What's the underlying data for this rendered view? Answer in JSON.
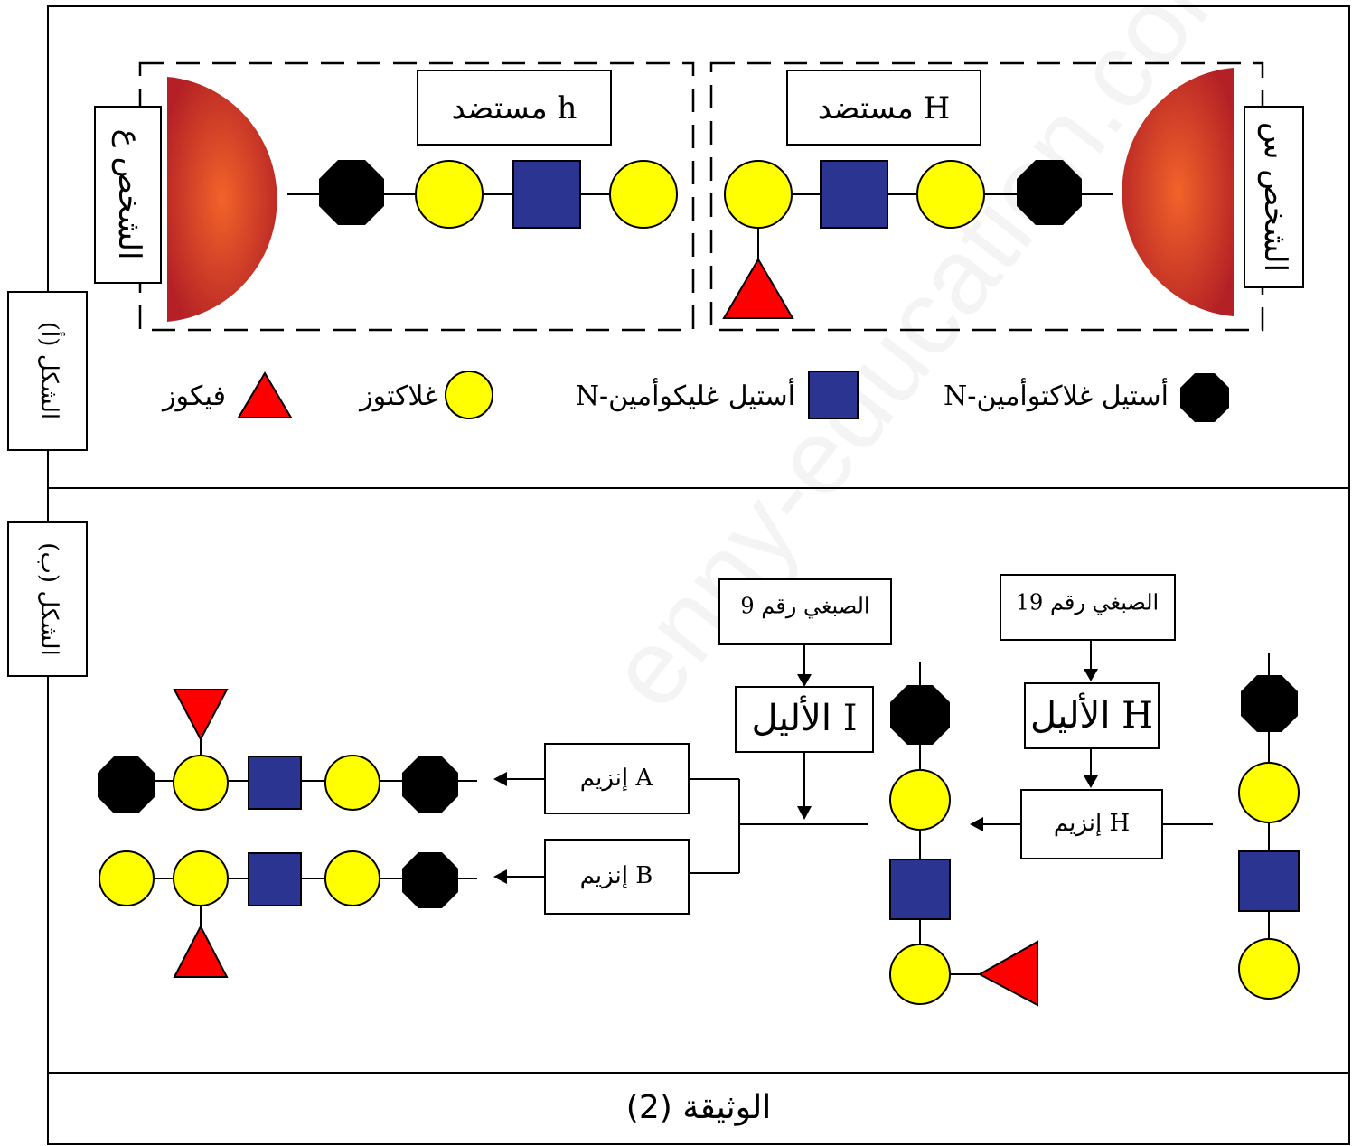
{
  "colors": {
    "galactose": "#ffff00",
    "n_acetylglucosamine": "#2b3491",
    "n_acetylgalactosamine": "#000000",
    "fucose": "#ff0000",
    "person_gradient_inner": "#f2632a",
    "person_gradient_outer": "#b32025"
  },
  "watermark": "enny-education.com/c",
  "figure_a": {
    "side_label": "الشكل (أ)",
    "person_left": "الشخص ع",
    "person_right": "الشخص س",
    "antigen_h": "مستضد h",
    "antigen_H": "مستضد H",
    "legend": {
      "n_acetylgalactosamine": "N-أستيل غلاكتوأمين",
      "n_acetylglucosamine": "N-أستيل غليكوأمين",
      "galactose": "غلاكتوز",
      "fucose": "فيكوز"
    }
  },
  "figure_b": {
    "side_label": "الشكل (ب)",
    "chromosome_19": "الصبغي رقم 19",
    "chromosome_9": "الصبغي رقم 9",
    "allele_H": "الأليل H",
    "allele_I": "الأليل I",
    "enzyme_H": "إنزيم H",
    "enzyme_A": "إنزيم A",
    "enzyme_B": "إنزيم B"
  },
  "document_title": "الوثيقة (2)"
}
